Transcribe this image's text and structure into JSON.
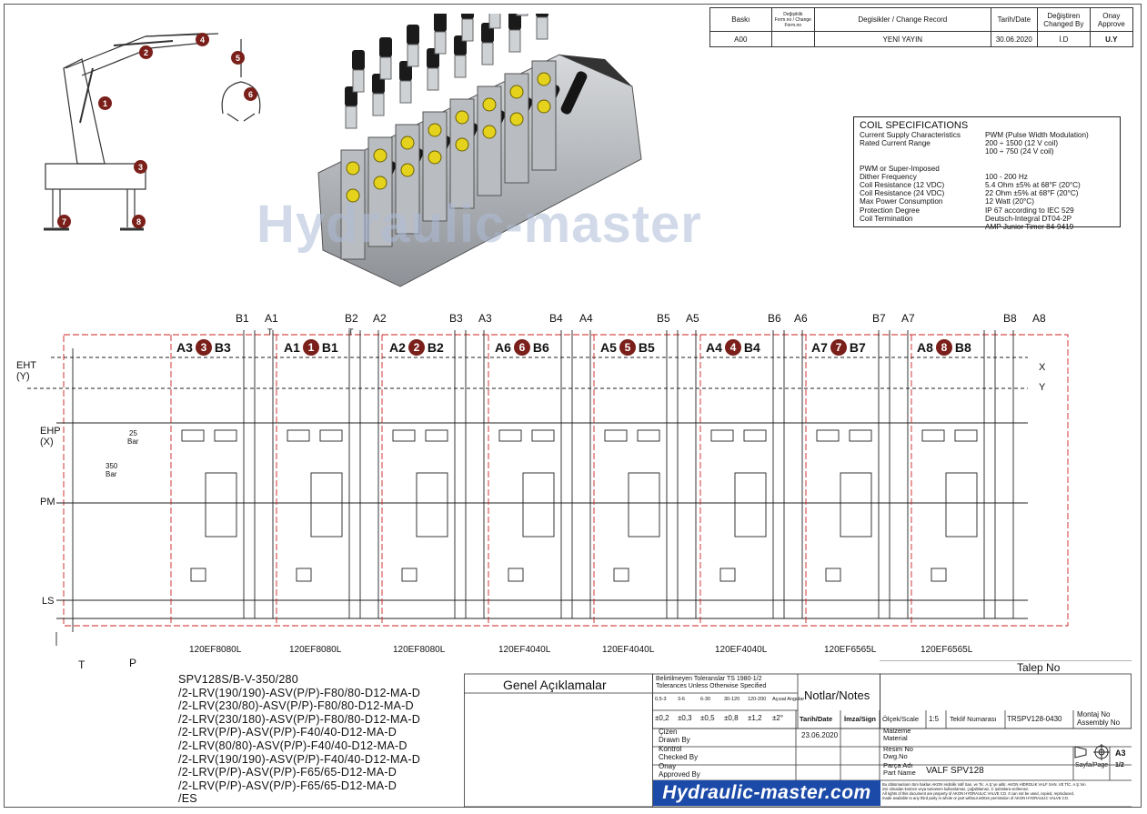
{
  "change_record": {
    "headers": {
      "baski": "Baskı",
      "changeform": "Değişiklik Form.no / Change Form.no",
      "change": "Degisikler / Change Record",
      "date": "Tarih/Date",
      "changed_by": "Değiştiren Changed By",
      "approve": "Onay Approve"
    },
    "row": {
      "baski": "A00",
      "change": "YENİ YAYIN",
      "date": "30.06.2020",
      "changed_by": "İ.D",
      "approve": "U.Y"
    }
  },
  "coil": {
    "title": "COIL SPECIFICATIONS",
    "rows": [
      {
        "k": "Current Supply Characteristics",
        "v": "PWM (Pulse Width Modulation)"
      },
      {
        "k": "Rated Current Range",
        "v": "200 ÷ 1500 (12 V coil)"
      },
      {
        "k": "",
        "v": "100 ÷ 750 (24 V coil)"
      },
      {
        "k": "PWM or Super-Imposed",
        "v": ""
      },
      {
        "k": "Dither Frequency",
        "v": "100 - 200 Hz"
      },
      {
        "k": "Coil Resistance (12 VDC)",
        "v": "5.4 Ohm ±5% at 68°F (20°C)"
      },
      {
        "k": "Coil Resistance (24 VDC)",
        "v": "22 Ohm ±5% at 68°F (20°C)"
      },
      {
        "k": "Max Power Consumption",
        "v": "12 Watt (20°C)"
      },
      {
        "k": "Protection Degree",
        "v": "IP 67 according to IEC 529"
      },
      {
        "k": "Coil Termination",
        "v": "Deutsch-Integral DT04-2P"
      },
      {
        "k": "",
        "v": "AMP Junior Timer 84-9419"
      }
    ]
  },
  "watermark": "Hydraulic-master",
  "crane_labels": [
    "1",
    "2",
    "3",
    "4",
    "5",
    "6",
    "7",
    "8"
  ],
  "ports_top": [
    "B1",
    "A1",
    "B2",
    "A2",
    "B3",
    "A3",
    "B4",
    "A4",
    "B5",
    "A5",
    "B6",
    "A6",
    "B7",
    "A7",
    "B8",
    "A8"
  ],
  "inlet_labels": {
    "eht": "EHT",
    "eht2": "(Y)",
    "ehp": "EHP",
    "ehp2": "(X)",
    "pm": "PM",
    "ls": "LS",
    "t": "T",
    "p": "P",
    "x": "X",
    "y": "Y",
    "bar25": "25",
    "bar25u": "Bar",
    "bar350": "350",
    "bar350u": "Bar",
    "t1": "T",
    "t2": "T"
  },
  "sections": [
    {
      "a": "A3",
      "n": "3",
      "b": "B3"
    },
    {
      "a": "A1",
      "n": "1",
      "b": "B1"
    },
    {
      "a": "A2",
      "n": "2",
      "b": "B2"
    },
    {
      "a": "A6",
      "n": "6",
      "b": "B6"
    },
    {
      "a": "A5",
      "n": "5",
      "b": "B5"
    },
    {
      "a": "A4",
      "n": "4",
      "b": "B4"
    },
    {
      "a": "A7",
      "n": "7",
      "b": "B7"
    },
    {
      "a": "A8",
      "n": "8",
      "b": "B8"
    }
  ],
  "valve_codes": [
    "120EF8080L",
    "120EF8080L",
    "120EF8080L",
    "120EF4040L",
    "120EF4040L",
    "120EF4040L",
    "120EF6565L",
    "120EF6565L"
  ],
  "model_lines": [
    "SPV128S/B-V-350/280",
    "/2-LRV(190/190)-ASV(P/P)-F80/80-D12-MA-D",
    "/2-LRV(230/80)-ASV(P/P)-F80/80-D12-MA-D",
    "/2-LRV(230/180)-ASV(P/P)-F80/80-D12-MA-D",
    "/2-LRV(P/P)-ASV(P/P)-F40/40-D12-MA-D",
    "/2-LRV(80/80)-ASV(P/P)-F40/40-D12-MA-D",
    "/2-LRV(190/190)-ASV(P/P)-F40/40-D12-MA-D",
    "/2-LRV(P/P)-ASV(P/P)-F65/65-D12-MA-D",
    "/2-LRV(P/P)-ASV(P/P)-F65/65-D12-MA-D",
    "/ES"
  ],
  "title_block": {
    "genel": "Genel Açıklamalar",
    "tol1": "Belirtilmeyen Toleranslar TS 1980-1/2",
    "tol2": "Tolerances Unless Otherwise Specified",
    "tol_ranges": [
      "0,5-3",
      "3-6",
      "6-30",
      "30-120",
      "120-200",
      "Açısal Angular"
    ],
    "tol_vals": [
      "±0,2",
      "±0,3",
      "±0,5",
      "±0,8",
      "±1,2",
      "±2°"
    ],
    "notlar": "Notlar/Notes",
    "talep": "Talep No",
    "cizen": "Çizen",
    "drawn": "Drawn By",
    "kontrol": "Kontrol",
    "checked": "Checked By",
    "onay": "Onay",
    "approved": "Approved By",
    "tarih": "Tarih/Date",
    "imza": "İmza/Sign",
    "date": "23.06.2020",
    "olcek": "Ölçek/Scale",
    "scale": "1:5",
    "teklif": "Teklif Numarası",
    "teklif_no": "TRSPV128-0430",
    "montaj": "Montaj No",
    "assembly": "Assembly No",
    "malzeme": "Malzeme",
    "material": "Material",
    "resim": "Resim No",
    "dwg": "Dwg.No",
    "parca": "Parça Adı",
    "part": "Part Name",
    "part_name": "VALF SPV128",
    "sayfa": "Sayfa/Page",
    "page": "1/2",
    "size": "A3",
    "disclaimer1": "Bu dökümanların tüm hakları AKON Hidrolik Valf San. ve Tic. A.Ş.'ye aittir. AKON HİDROLİK VALF SAN. VE TİC. A.Ş.'nin",
    "disclaimer2": "izni olmadan kısmen veya tamamen kullanılamaz, çoğaltılamaz, 3. şahıslara verilemez.",
    "disclaimer3": "All rights of this document are property of AKON HYDRAULIC VALVE CO. It can not be used, copied, reproduced,",
    "disclaimer4": "made available to any third party in whole or part without written permission of AKON HYDRAULIC VALVE CO.",
    "logo": "Hydraulic-master.com"
  }
}
